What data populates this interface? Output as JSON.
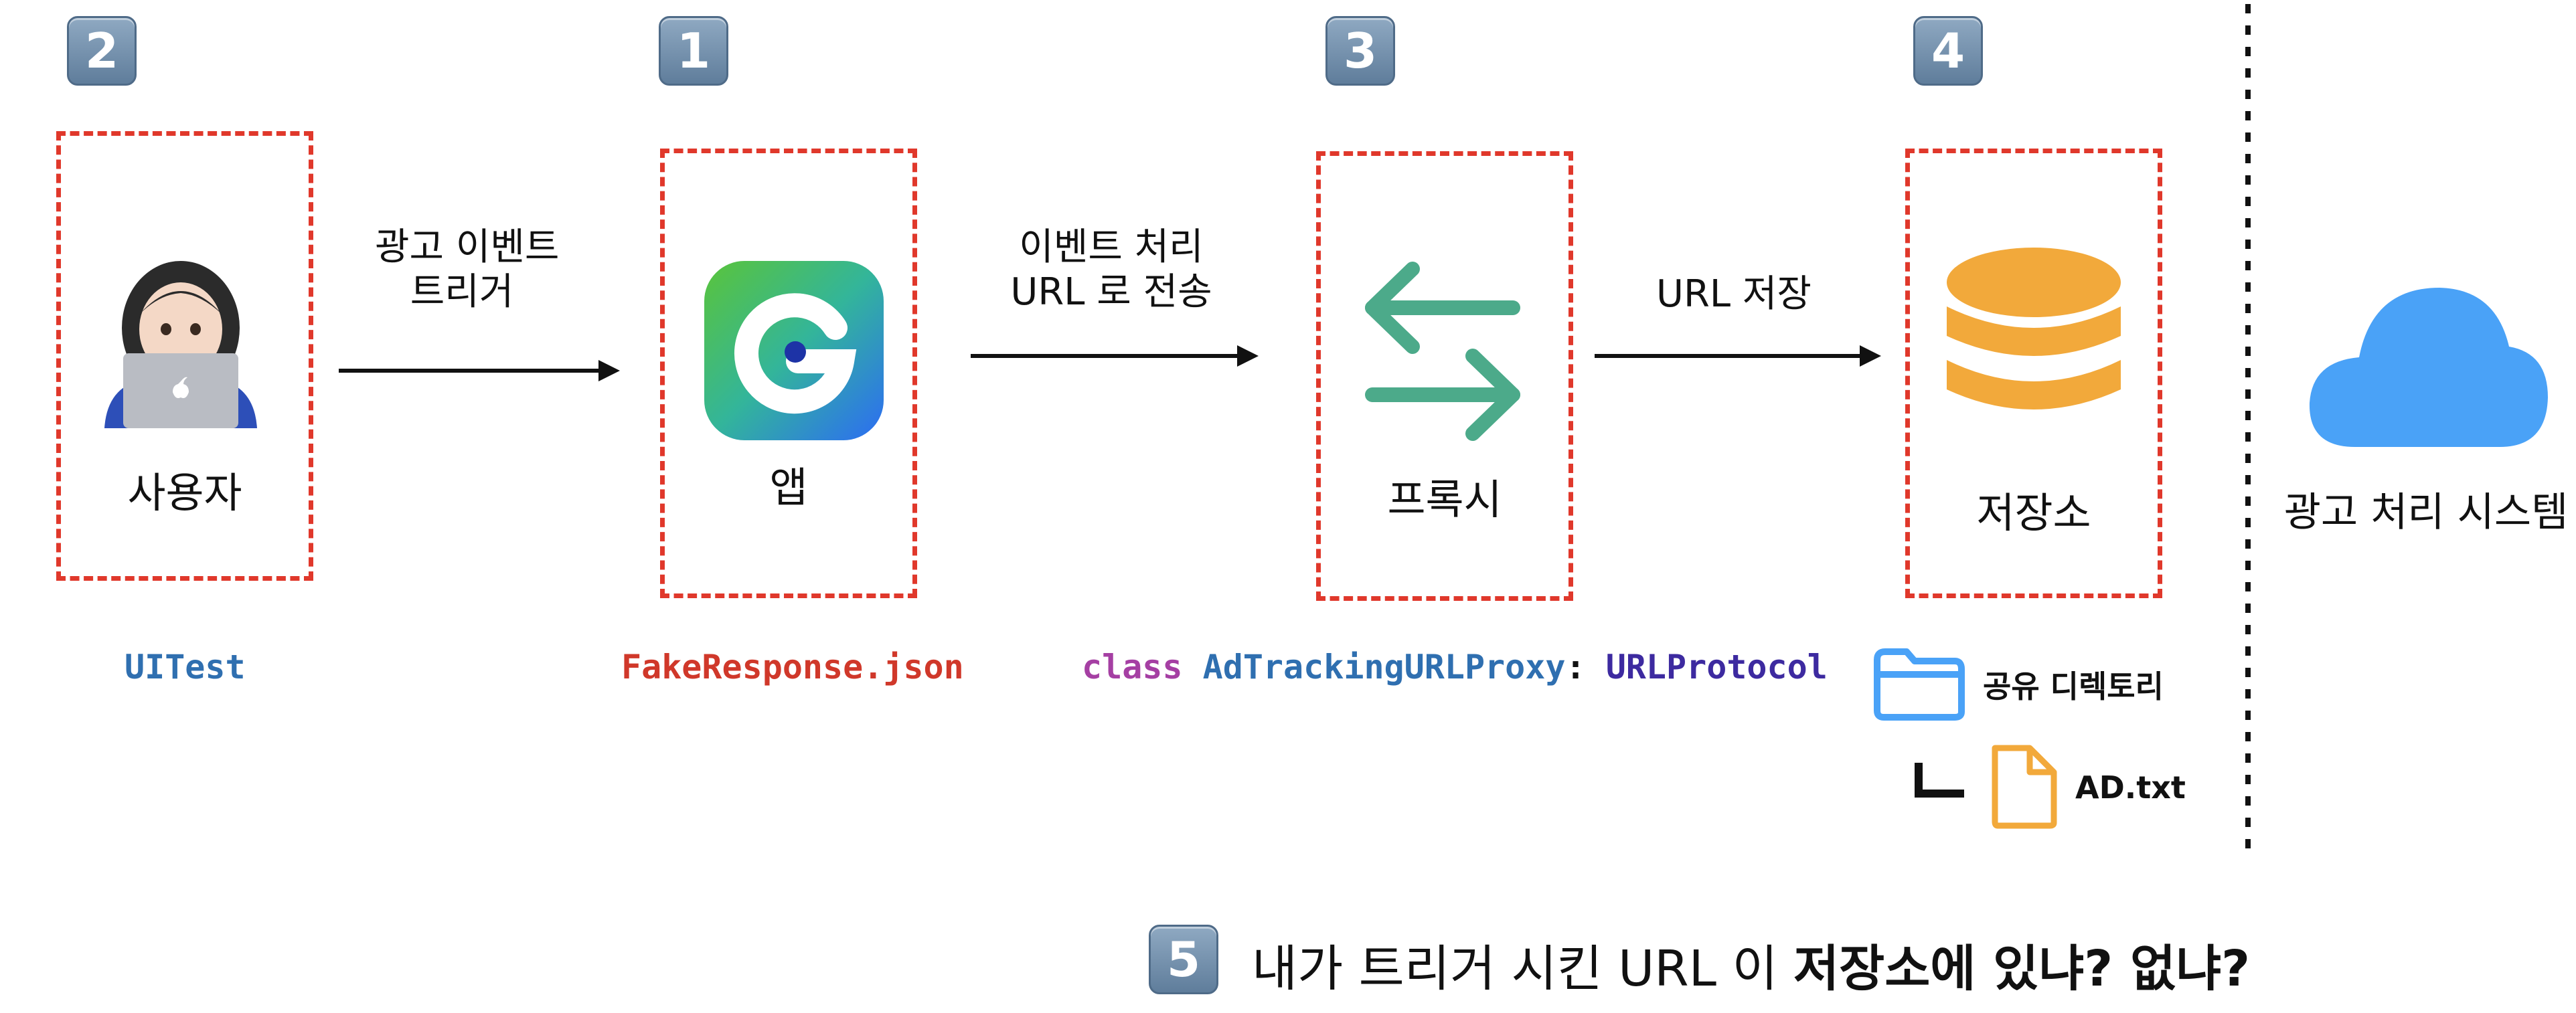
{
  "badges": {
    "user": "2",
    "app": "1",
    "proxy": "3",
    "storage": "4",
    "question": "5"
  },
  "nodes": {
    "user": "사용자",
    "app": "앱",
    "proxy": "프록시",
    "storage": "저장소",
    "ad_system": "광고 처리 시스템"
  },
  "edges": {
    "user_to_app": [
      "광고 이벤트",
      "트리거"
    ],
    "app_to_proxy": [
      "이벤트 처리",
      "URL 로 전송"
    ],
    "proxy_to_storage": "URL 저장"
  },
  "code": {
    "user": "UITest",
    "app": "FakeResponse.json",
    "proxy_keyword": "class",
    "proxy_class": "AdTrackingURLProxy",
    "proxy_colon": ":",
    "proxy_protocol": "URLProtocol"
  },
  "files": {
    "folder": "공유 디렉토리",
    "file": "AD.txt"
  },
  "question": {
    "plain": "내가 트리거 시킨 URL 이 ",
    "bold": "저장소에 있냐? 없냐?"
  },
  "colors": {
    "dashed_box": "#e0382b",
    "uitest": "#2f6fb0",
    "fakeresponse": "#d0382a",
    "keyword": "#a53fa3",
    "class_name": "#2f6fb0",
    "protocol": "#3d2aa0",
    "proxy_arrows": "#4caa8a",
    "database": "#f2a93b",
    "cloud": "#4aa2f7",
    "folder": "#4aa2f7",
    "file": "#f2a93b"
  },
  "icons": [
    "person-laptop-icon",
    "app-logo-icon",
    "exchange-arrows-icon",
    "database-icon",
    "cloud-icon",
    "folder-icon",
    "file-icon",
    "tree-branch-icon"
  ]
}
